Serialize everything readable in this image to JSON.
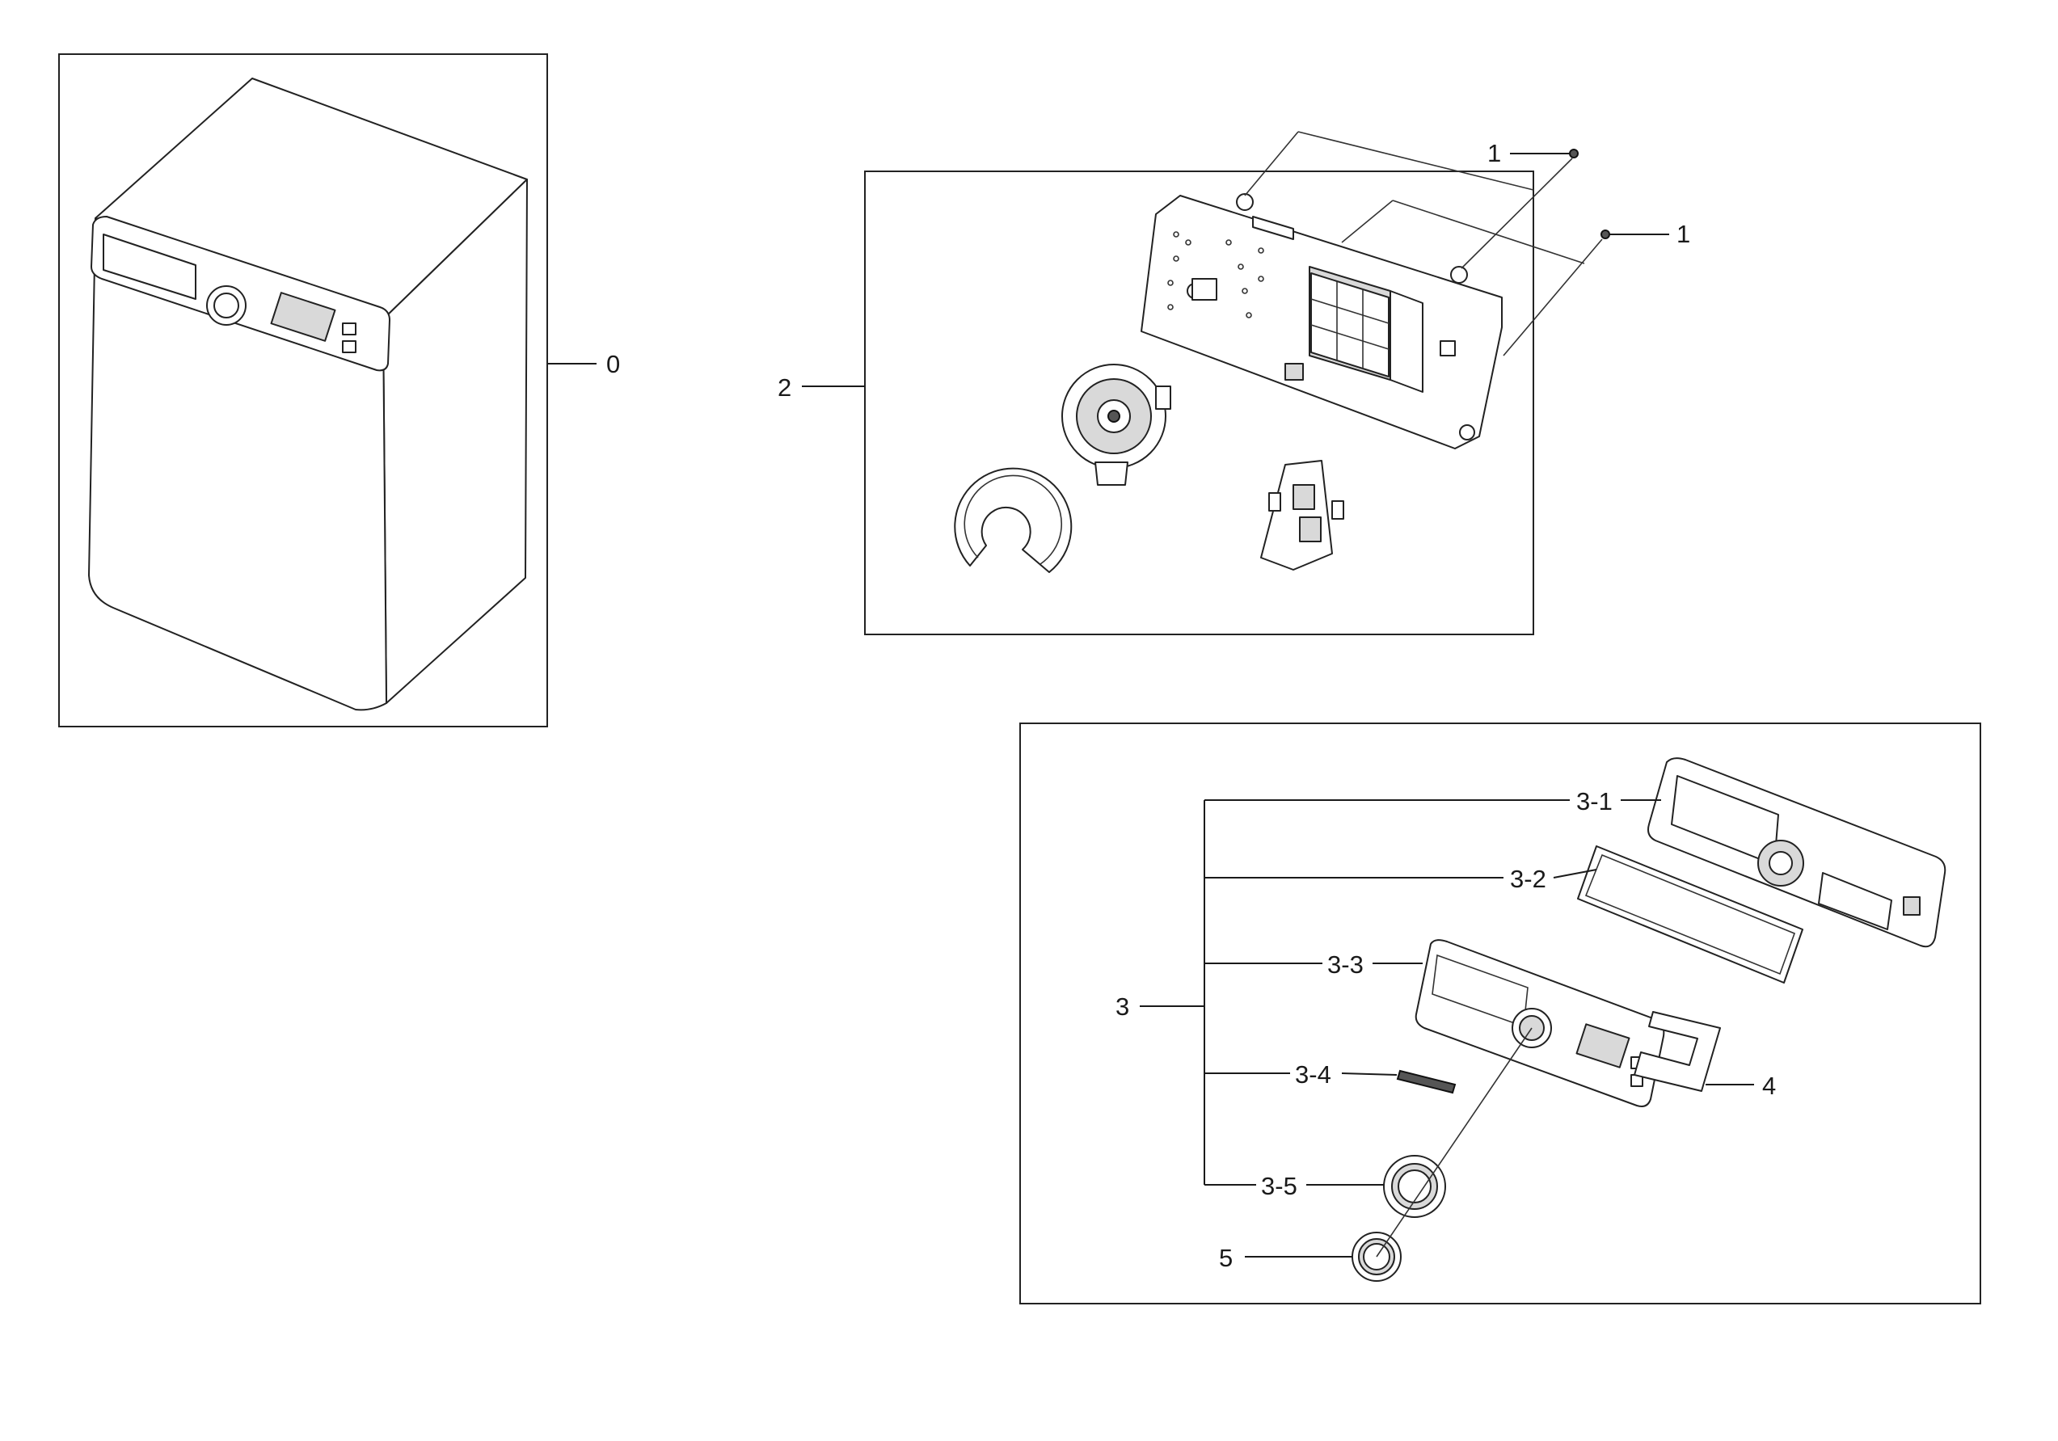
{
  "callouts": {
    "c0": "0",
    "c1a": "1",
    "c1b": "1",
    "c2": "2",
    "c3": "3",
    "c3_1": "3-1",
    "c3_2": "3-2",
    "c3_3": "3-3",
    "c3_4": "3-4",
    "c3_5": "3-5",
    "c4": "4",
    "c5": "5"
  },
  "colors": {
    "line": "#1a1a1a",
    "part_fill": "#ffffff",
    "shade": "#d9d9d9",
    "dark": "#555555"
  }
}
